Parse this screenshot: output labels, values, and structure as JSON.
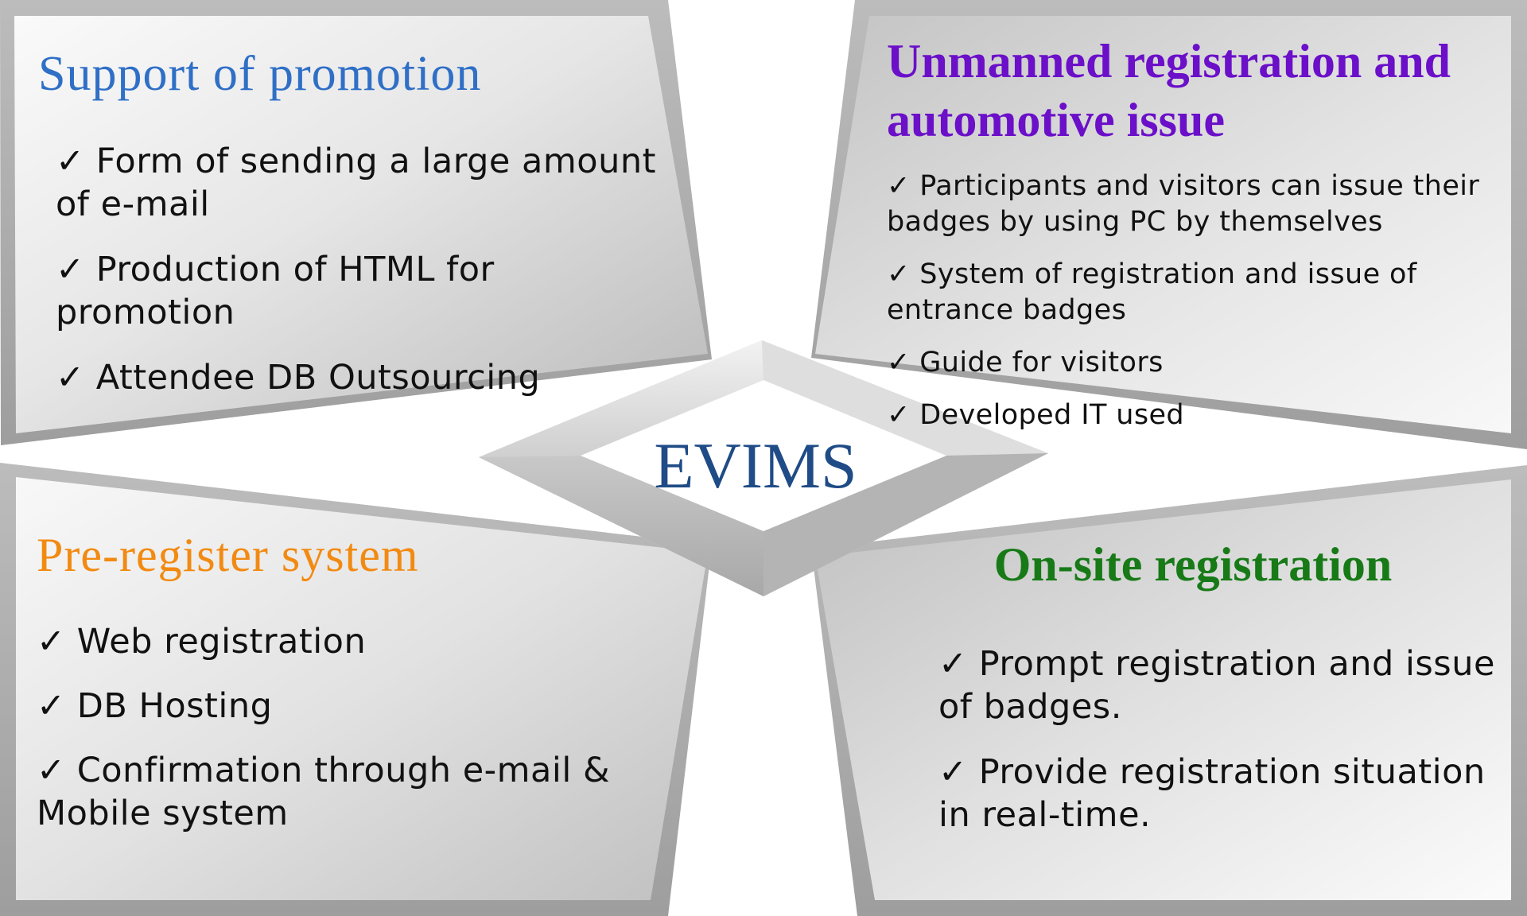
{
  "center": {
    "label": "EVIMS"
  },
  "quadrants": {
    "top_left": {
      "title": "Support of promotion",
      "color": "#2f6fc6",
      "items": [
        "Form of sending a large amount of e-mail",
        "Production of HTML for promotion",
        "Attendee DB Outsourcing"
      ]
    },
    "top_right": {
      "title_line1": "Unmanned registration and",
      "title_line2": "automotive issue",
      "color": "#6b0fc9",
      "items": [
        "Participants and visitors can issue their badges by using PC by themselves",
        "System of registration and issue of entrance badges",
        "Guide for visitors",
        "Developed IT used"
      ]
    },
    "bottom_left": {
      "title": "Pre-register system",
      "color": "#f28a12",
      "items": [
        "Web registration",
        "DB Hosting",
        "Confirmation through e-mail & Mobile system"
      ]
    },
    "bottom_right": {
      "title": "On-site registration",
      "color": "#177a17",
      "items": [
        "Prompt registration and issue of badges.",
        "Provide  registration situation in real-time."
      ]
    }
  },
  "check_mark": "✓",
  "colors": {
    "evims": "#1f4b86",
    "panel_light": "#f4f4f4",
    "panel_dark": "#bdbdbd"
  }
}
